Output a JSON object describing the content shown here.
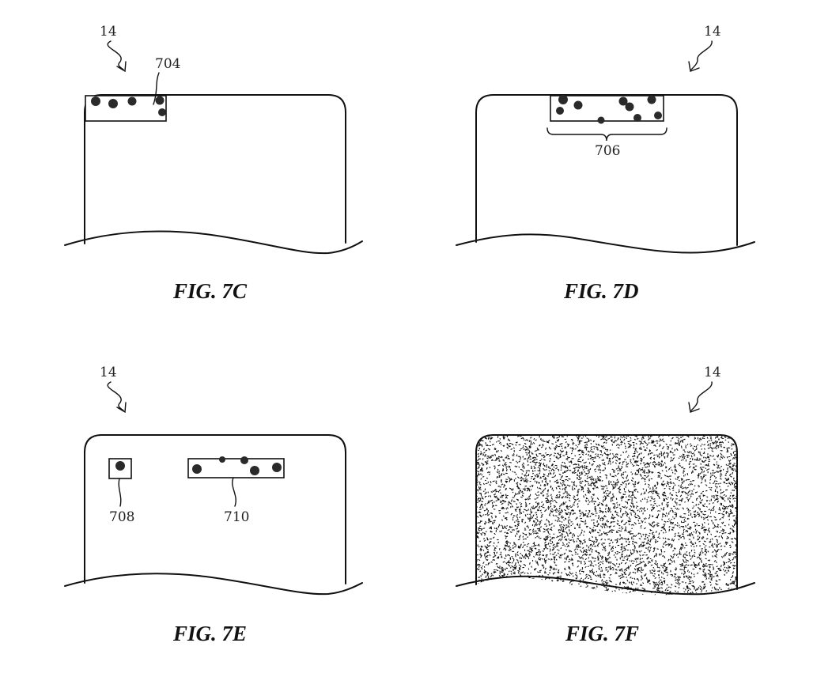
{
  "figures": {
    "c": {
      "caption": "FIG. 7C",
      "device_ref": "14",
      "region_ref": "704"
    },
    "d": {
      "caption": "FIG. 7D",
      "device_ref": "14",
      "region_ref": "706"
    },
    "e": {
      "caption": "FIG. 7E",
      "device_ref": "14",
      "region_ref_small": "708",
      "region_ref_wide": "710"
    },
    "f": {
      "caption": "FIG. 7F",
      "device_ref": "14",
      "fill_pattern": "speckle"
    }
  },
  "colors": {
    "ink": "#111111",
    "background": "#ffffff",
    "dot": "#2a2a2a"
  }
}
